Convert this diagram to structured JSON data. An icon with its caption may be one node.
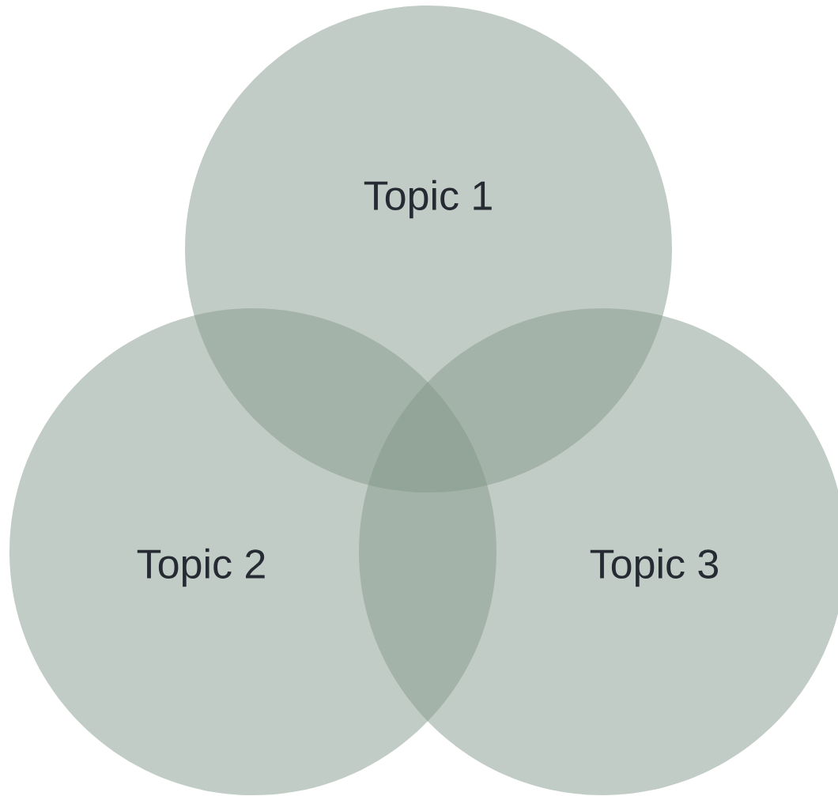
{
  "diagram": {
    "nodes": [
      {
        "text": [
          "Topic 1"
        ]
      },
      {
        "text": [
          "Topic 2"
        ]
      },
      {
        "text": [
          "Topic 3"
        ]
      }
    ]
  }
}
